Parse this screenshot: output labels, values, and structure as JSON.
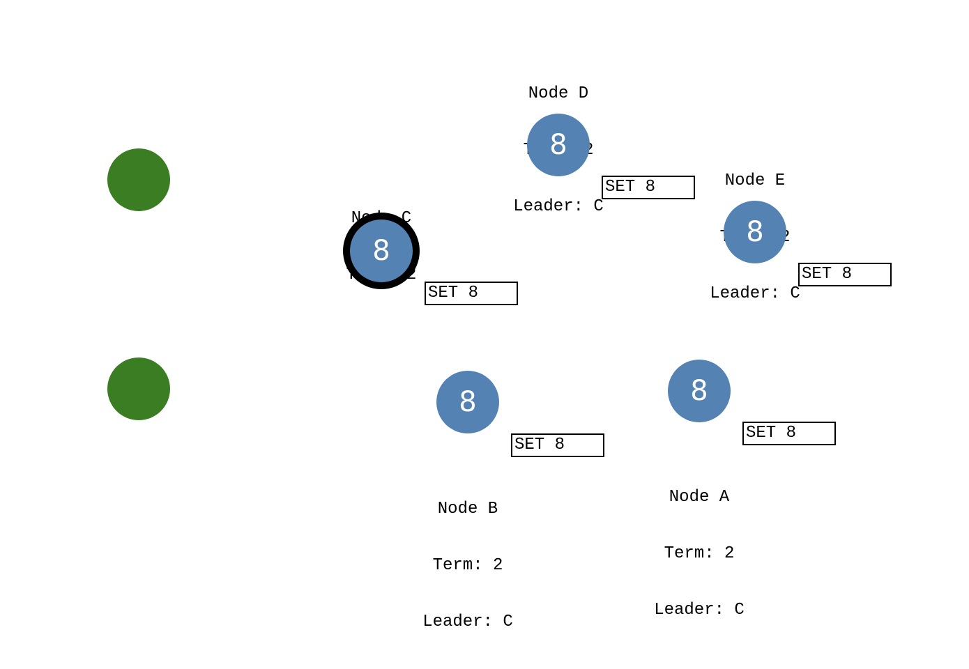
{
  "colors": {
    "client": "#3a7d23",
    "node": "#5483b3",
    "leader_ring": "#000000"
  },
  "clients": [
    {
      "id": "client-1"
    },
    {
      "id": "client-2"
    }
  ],
  "nodes": [
    {
      "key": "a",
      "name": "Node A",
      "term": "Term: 2",
      "leader": "Leader: C",
      "value": "8",
      "log": "SET 8",
      "is_leader": false
    },
    {
      "key": "b",
      "name": "Node B",
      "term": "Term: 2",
      "leader": "Leader: C",
      "value": "8",
      "log": "SET 8",
      "is_leader": false
    },
    {
      "key": "c",
      "name": "Node C",
      "term": "Term: 2",
      "leader": "",
      "value": "8",
      "log": "SET 8",
      "is_leader": true
    },
    {
      "key": "d",
      "name": "Node D",
      "term": "Term: 2",
      "leader": "Leader: C",
      "value": "8",
      "log": "SET 8",
      "is_leader": false
    },
    {
      "key": "e",
      "name": "Node E",
      "term": "Term: 2",
      "leader": "Leader: C",
      "value": "8",
      "log": "SET 8",
      "is_leader": false
    }
  ]
}
